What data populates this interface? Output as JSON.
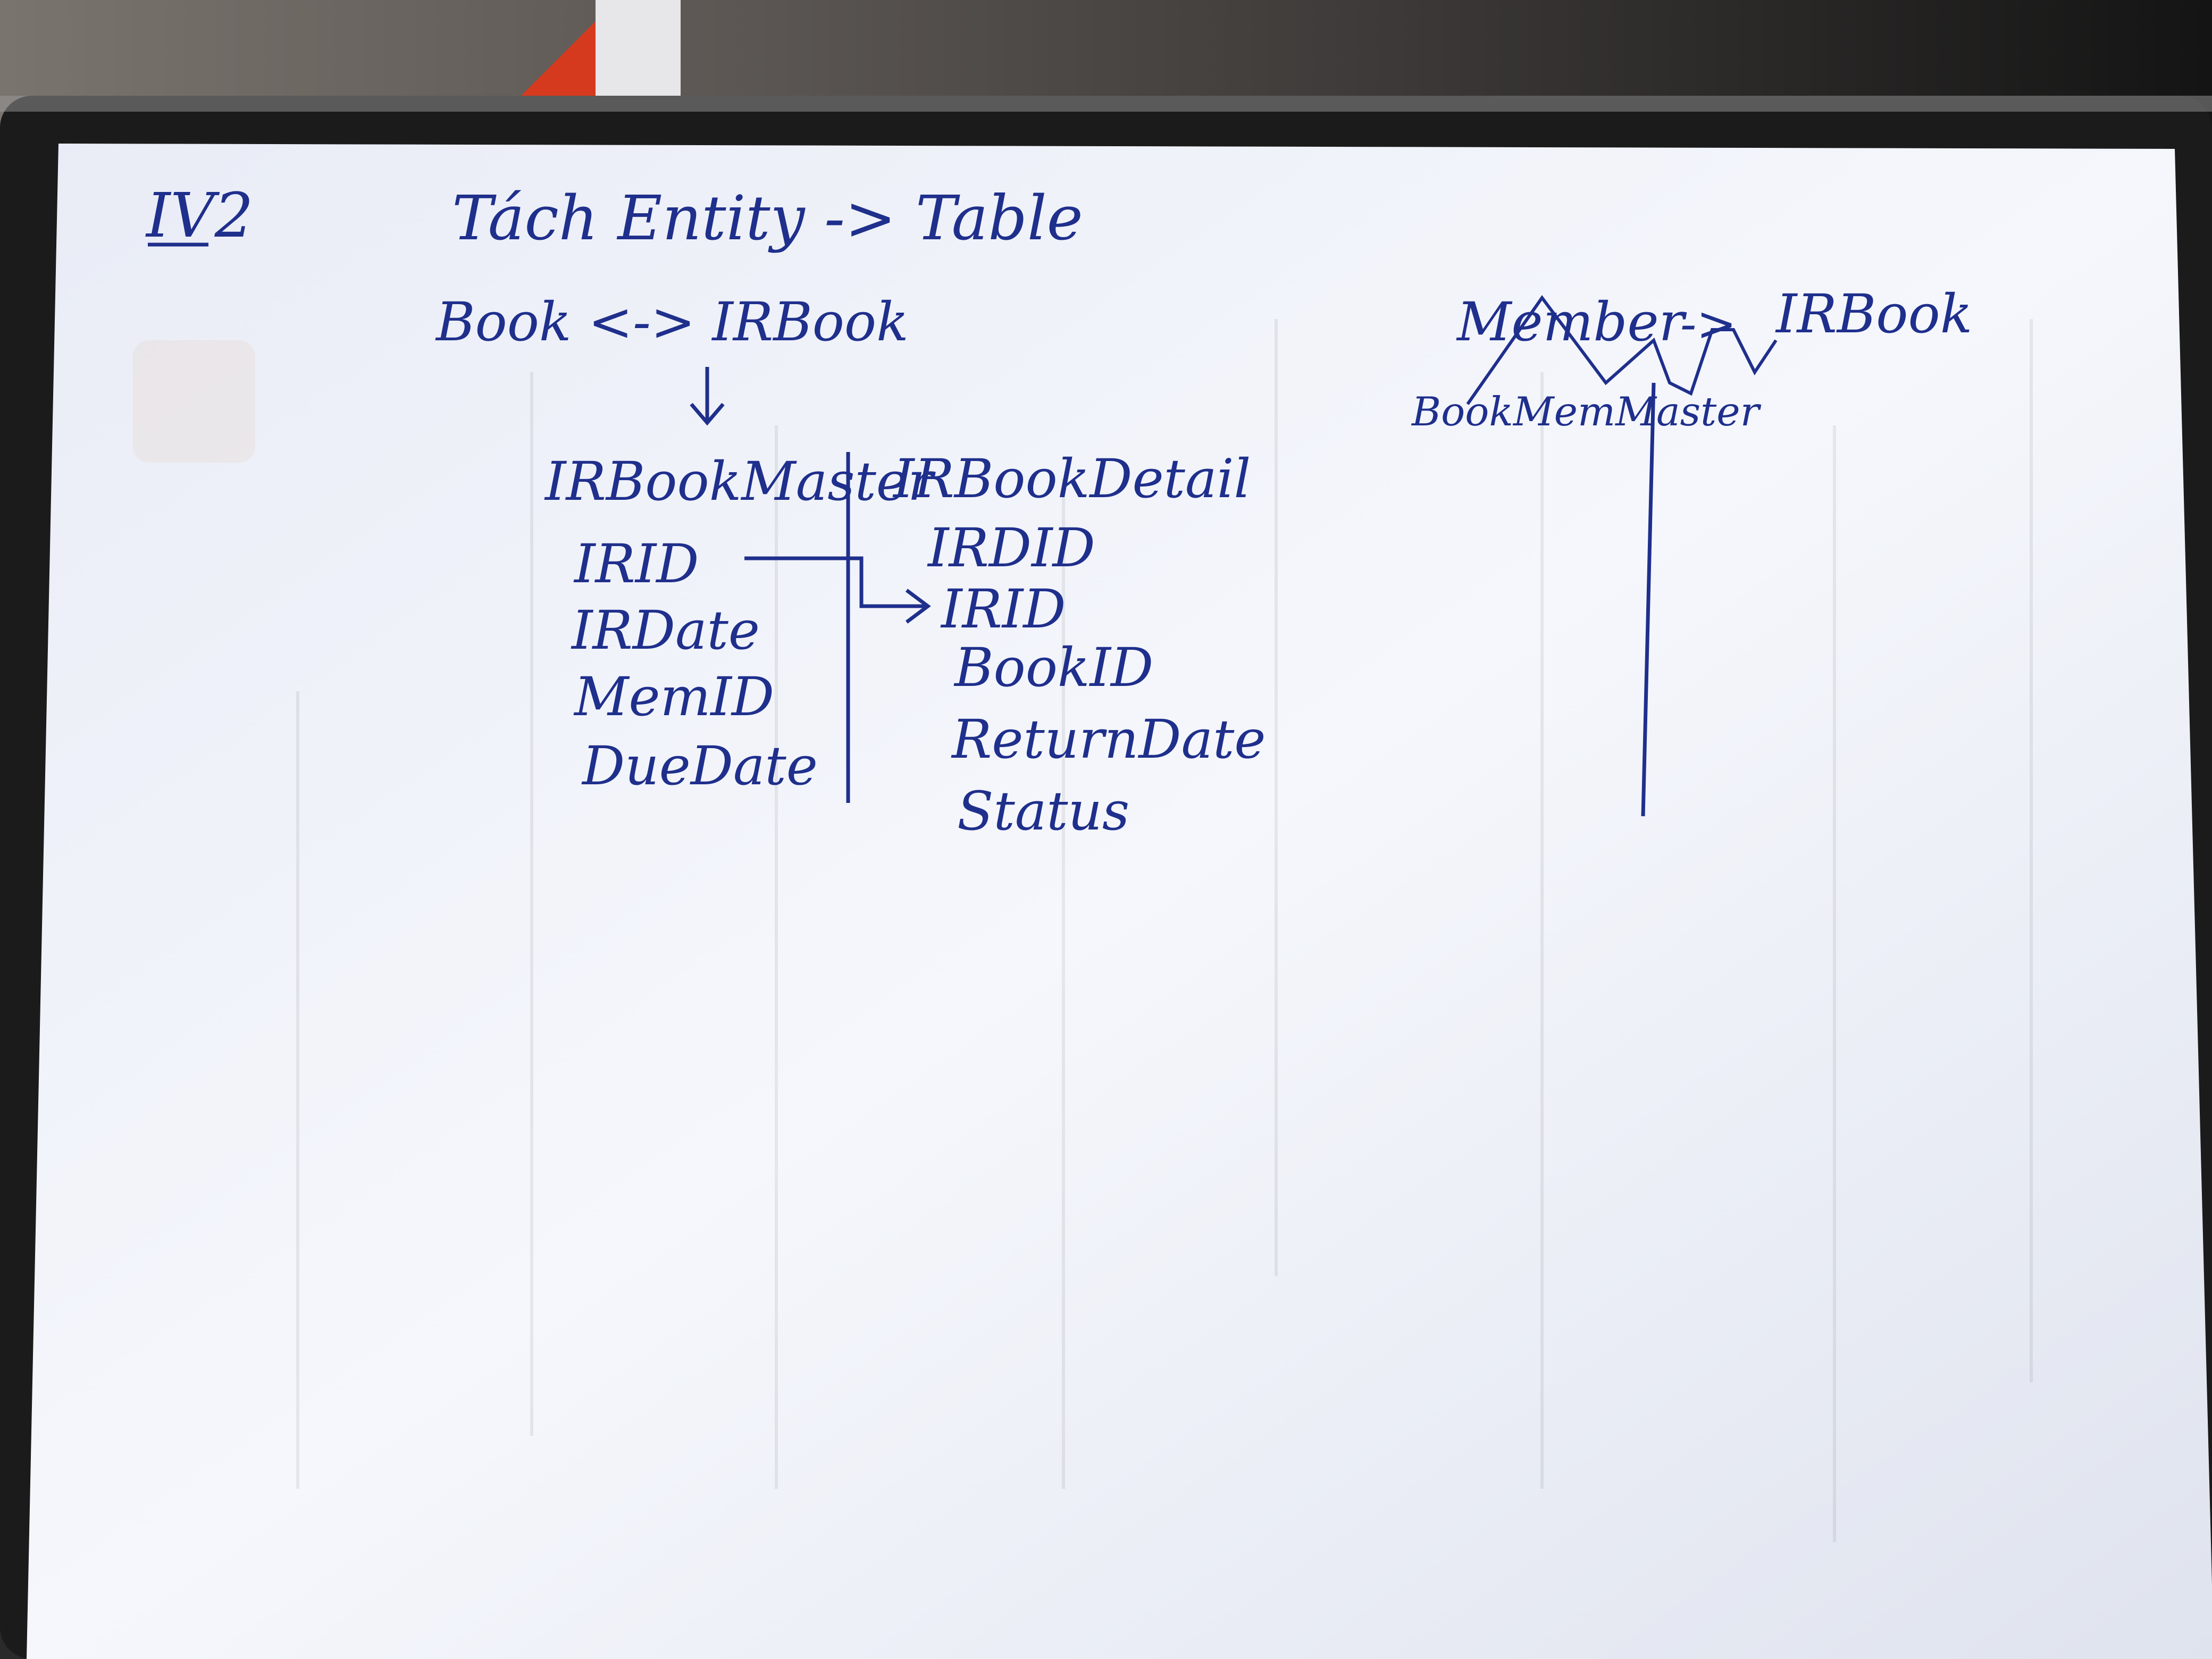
{
  "photo": {
    "description_colors": {
      "paper": "#f3f5fb",
      "ink": "#1f2f8c",
      "frame": "#1b1b1b",
      "background_top": "#6e6a66",
      "accent_red": "#d63a1e"
    },
    "notes": {
      "corner_label": "IV2",
      "heading": "Tách Entity -> Table",
      "book_relation": "Book <-> IRBook",
      "master_table": {
        "name": "IRBookMaster",
        "fields": [
          "IRID",
          "IRDate",
          "MemID",
          "DueDate"
        ]
      },
      "detail_table": {
        "name": "IRBookDetail",
        "fields": [
          "IRDID",
          "IRID",
          "BookID",
          "ReturnDate",
          "Status"
        ]
      },
      "member_relation": {
        "left": "Member",
        "arrow": "->",
        "right": "IRBook",
        "sub_label": "BookMemMaster"
      }
    }
  }
}
